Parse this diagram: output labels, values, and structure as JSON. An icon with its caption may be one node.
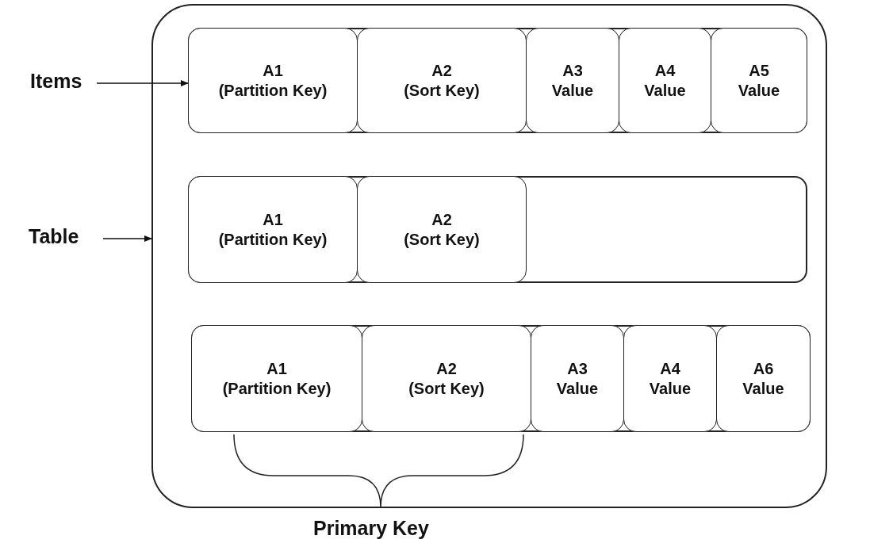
{
  "diagram": {
    "nodes": [
      {
        "text": [
          "Items"
        ]
      },
      {
        "text": [
          "Table"
        ]
      },
      {
        "text": [],
        "shape": "box"
      },
      {
        "text": [],
        "shape": "box",
        "in": 2
      },
      {
        "text": [
          "A1",
          "(Partition Key)"
        ],
        "in": 3
      },
      {
        "text": [
          "A2",
          "(Sort Key)"
        ],
        "in": 3
      },
      {
        "text": [
          "A3",
          "Value"
        ],
        "in": 3
      },
      {
        "text": [
          "A4",
          "Value"
        ],
        "in": 3
      },
      {
        "text": [
          "A5",
          "Value"
        ],
        "in": 3
      },
      {
        "text": [],
        "shape": "box",
        "in": 2
      },
      {
        "text": [
          "A1",
          "(Partition Key)"
        ],
        "in": 9
      },
      {
        "text": [
          "A2",
          "(Sort Key)"
        ],
        "in": 9
      },
      {
        "text": [],
        "shape": "box",
        "in": 2
      },
      {
        "text": [
          "A1",
          "(Partition Key)"
        ],
        "in": 12
      },
      {
        "text": [
          "A2",
          "(Sort Key)"
        ],
        "in": 12
      },
      {
        "text": [
          "A3",
          "Value"
        ],
        "in": 12
      },
      {
        "text": [
          "A4",
          "Value"
        ],
        "in": 12
      },
      {
        "text": [
          "A6",
          "Value"
        ],
        "in": 12
      }
    ],
    "edges": [
      {
        "from": 0,
        "to": 3,
        "arrow": "to"
      },
      {
        "from": 1,
        "to": 2,
        "arrow": "to"
      }
    ],
    "labels": [
      "Primary Key"
    ]
  }
}
